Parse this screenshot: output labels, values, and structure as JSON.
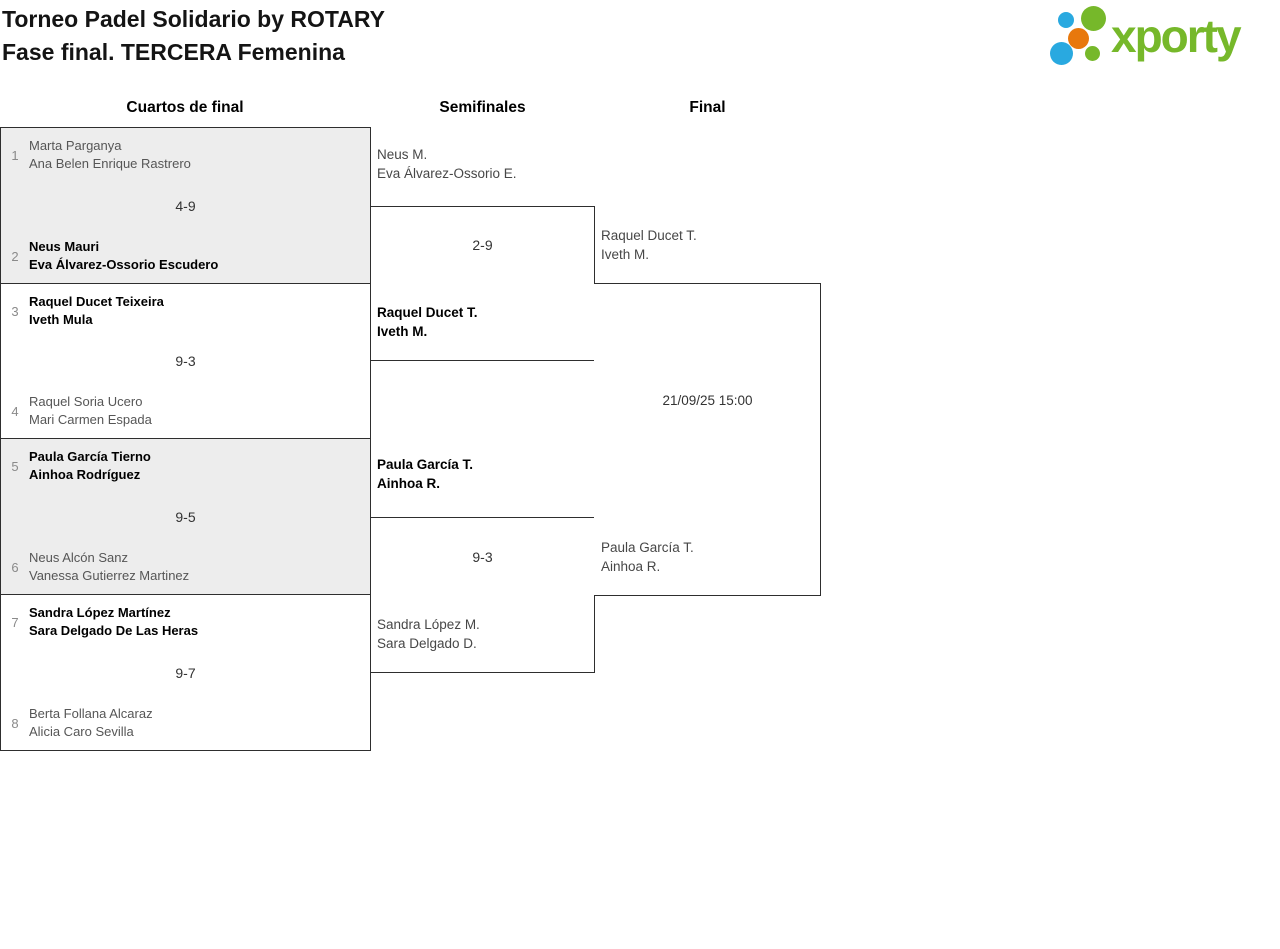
{
  "header": {
    "title_line1": "Torneo Padel Solidario by ROTARY",
    "title_line2": "Fase final. TERCERA Femenina",
    "logo_text": "xporty"
  },
  "columns": [
    {
      "label": "Cuartos de final"
    },
    {
      "label": "Semifinales"
    },
    {
      "label": "Final"
    }
  ],
  "bracket": {
    "quarterfinals": [
      {
        "seed_top": "1",
        "team_top": [
          "Marta Parganya",
          "Ana Belen Enrique Rastrero"
        ],
        "top_winner": false,
        "score": "4-9",
        "seed_bottom": "2",
        "team_bottom": [
          "Neus Mauri",
          "Eva Álvarez-Ossorio Escudero"
        ],
        "bottom_winner": true
      },
      {
        "seed_top": "3",
        "team_top": [
          "Raquel Ducet Teixeira",
          "Iveth Mula"
        ],
        "top_winner": true,
        "score": "9-3",
        "seed_bottom": "4",
        "team_bottom": [
          "Raquel Soria Ucero",
          "Mari Carmen Espada"
        ],
        "bottom_winner": false
      },
      {
        "seed_top": "5",
        "team_top": [
          "Paula García Tierno",
          "Ainhoa Rodríguez"
        ],
        "top_winner": true,
        "score": "9-5",
        "seed_bottom": "6",
        "team_bottom": [
          "Neus Alcón Sanz",
          "Vanessa Gutierrez Martinez"
        ],
        "bottom_winner": false
      },
      {
        "seed_top": "7",
        "team_top": [
          "Sandra López Martínez",
          "Sara Delgado De Las Heras"
        ],
        "top_winner": true,
        "score": "9-7",
        "seed_bottom": "8",
        "team_bottom": [
          "Berta Follana Alcaraz",
          "Alicia Caro Sevilla"
        ],
        "bottom_winner": false
      }
    ],
    "semifinals": [
      {
        "team_top": [
          "Neus M.",
          "Eva Álvarez-Ossorio E."
        ],
        "top_winner": false,
        "score": "2-9",
        "team_bottom": [
          "Raquel Ducet T.",
          "Iveth M."
        ],
        "bottom_winner": true
      },
      {
        "team_top": [
          "Paula García T.",
          "Ainhoa R."
        ],
        "top_winner": true,
        "score": "9-3",
        "team_bottom": [
          "Sandra López M.",
          "Sara Delgado D."
        ],
        "bottom_winner": false
      }
    ],
    "final": {
      "team_top": [
        "Raquel Ducet T.",
        "Iveth M."
      ],
      "schedule": "21/09/25 15:00",
      "team_bottom": [
        "Paula García T.",
        "Ainhoa R."
      ]
    }
  },
  "colors": {
    "logo_green": "#76b82a",
    "logo_blue": "#29a9e0",
    "logo_orange": "#e8780c",
    "box_border": "#2e2e2e",
    "shaded_row_bg": "#ededed"
  }
}
